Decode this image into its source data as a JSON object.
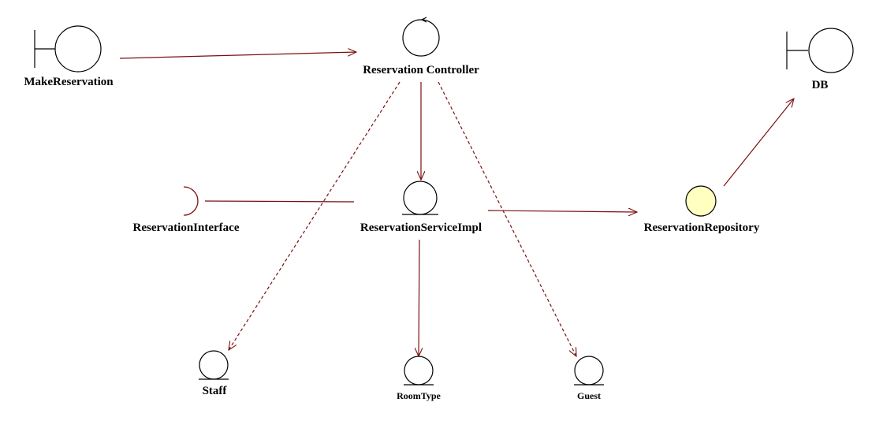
{
  "colors": {
    "line": "#7a1010",
    "stroke": "#000000",
    "entity_fill": "#ffffff",
    "highlight_fill": "#ffffc0",
    "background": "#ffffff"
  },
  "nodes": {
    "make_reservation": {
      "label": "MakeReservation",
      "kind": "boundary",
      "icon": "boundary-icon"
    },
    "reservation_controller": {
      "label": "Reservation Controller",
      "kind": "control",
      "icon": "control-icon"
    },
    "db": {
      "label": "DB",
      "kind": "boundary",
      "icon": "boundary-icon"
    },
    "reservation_interface": {
      "label": "ReservationInterface",
      "kind": "interface",
      "icon": "interface-icon"
    },
    "reservation_service_impl": {
      "label": "ReservationServiceImpl",
      "kind": "entity",
      "icon": "entity-icon"
    },
    "reservation_repository": {
      "label": "ReservationRepository",
      "kind": "entity-highlighted",
      "icon": "entity-icon"
    },
    "staff": {
      "label": "Staff",
      "kind": "entity",
      "icon": "entity-icon"
    },
    "room_type": {
      "label": "RoomType",
      "kind": "entity",
      "icon": "entity-icon"
    },
    "guest": {
      "label": "Guest",
      "kind": "entity",
      "icon": "entity-icon"
    }
  },
  "edges": [
    {
      "from": "make_reservation",
      "to": "reservation_controller",
      "style": "solid",
      "arrow": true
    },
    {
      "from": "reservation_controller",
      "to": "reservation_service_impl",
      "style": "solid",
      "arrow": true
    },
    {
      "from": "reservation_controller",
      "to": "staff",
      "style": "dashed",
      "arrow": true
    },
    {
      "from": "reservation_controller",
      "to": "guest",
      "style": "dashed",
      "arrow": true
    },
    {
      "from": "reservation_interface",
      "to": "reservation_service_impl",
      "style": "solid",
      "arrow": false
    },
    {
      "from": "reservation_service_impl",
      "to": "reservation_repository",
      "style": "solid",
      "arrow": true
    },
    {
      "from": "reservation_service_impl",
      "to": "room_type",
      "style": "solid",
      "arrow": true
    },
    {
      "from": "reservation_repository",
      "to": "db",
      "style": "solid",
      "arrow": true
    }
  ]
}
